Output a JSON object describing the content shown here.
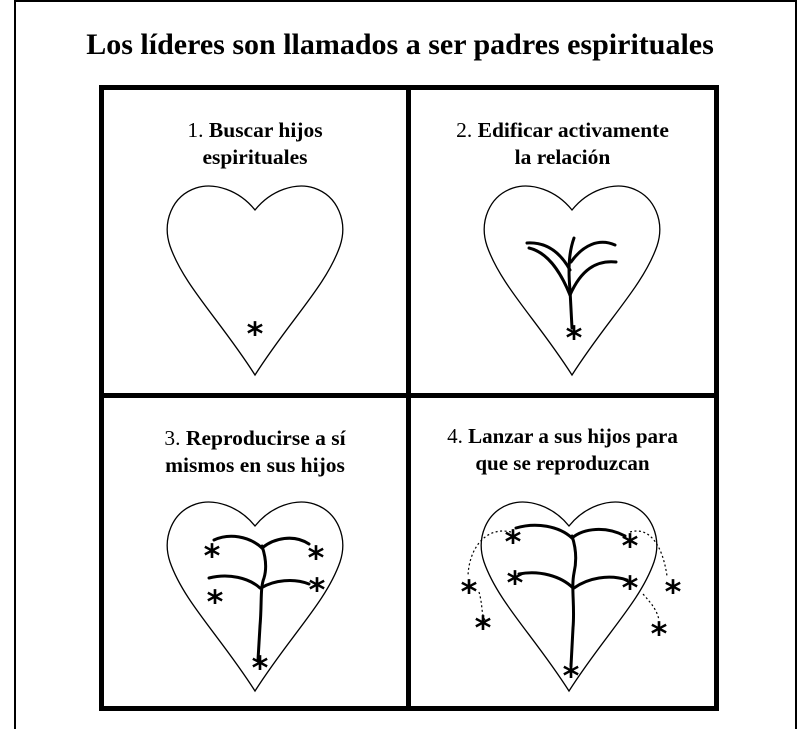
{
  "title": "Los líderes son llamados a ser padres espirituales",
  "panels": [
    {
      "number": "1.",
      "line1": "Buscar hijos",
      "line2": "espirituales"
    },
    {
      "number": "2.",
      "line1": "Edificar activamente",
      "line2": "la relación"
    },
    {
      "number": "3.",
      "line1": "Reproducirse a sí",
      "line2": "mismos en sus hijos"
    },
    {
      "number": "4.",
      "line1": "Lanzar a sus hijos para",
      "line2": "que se reproduzcan"
    }
  ],
  "star_glyph": "*",
  "colors": {
    "line": "#000000",
    "background": "#ffffff"
  }
}
